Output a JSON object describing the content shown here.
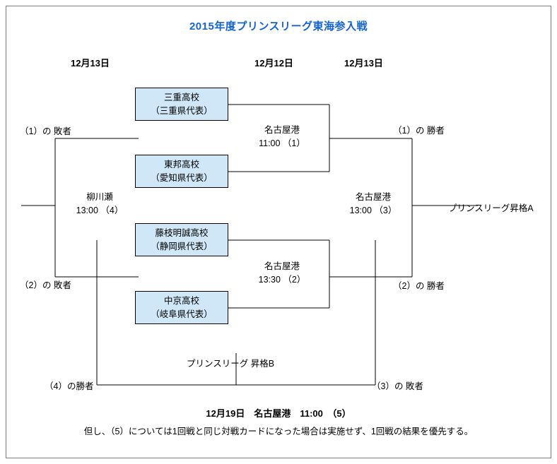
{
  "title": "2015年度プリンスリーグ東海参入戦",
  "title_color": "#1464d2",
  "box_fill_color": "#cfe7f7",
  "date_headers": [
    {
      "label": "12月13日"
    },
    {
      "label": "12月12日"
    },
    {
      "label": "12月13日"
    }
  ],
  "teams": [
    {
      "name": "三重高校",
      "region": "（三重県代表）"
    },
    {
      "name": "東邦高校",
      "region": "（愛知県代表）"
    },
    {
      "name": "藤枝明誠高校",
      "region": "（静岡県代表）"
    },
    {
      "name": "中京高校",
      "region": "（岐阜県代表）"
    }
  ],
  "matches": [
    {
      "venue": "名古屋港",
      "time": "11:00 （1）"
    },
    {
      "venue": "名古屋港",
      "time": "13:30 （2）"
    },
    {
      "venue": "名古屋港",
      "time": "13:00 （3）"
    },
    {
      "venue": "柳川瀬",
      "time": "13:00 （4）"
    }
  ],
  "edge_labels": {
    "loser1": "（1）の 敗者",
    "loser2": "（2）の 敗者",
    "winner1": "（1）の 勝者",
    "winner2": "（2）の 勝者",
    "winner4": "（4）の勝者",
    "loser3": "（3）の 敗者",
    "promotion_a": "プリンスリーグ昇格A",
    "promotion_b": "プリンスリーグ 昇格B"
  },
  "footer": {
    "main": "12月19日　名古屋港　11:00　（5）",
    "note": "但し、（5）については1回戦と同じ対戦カードになった場合は実施せず、1回戦の結果を優先する。"
  }
}
